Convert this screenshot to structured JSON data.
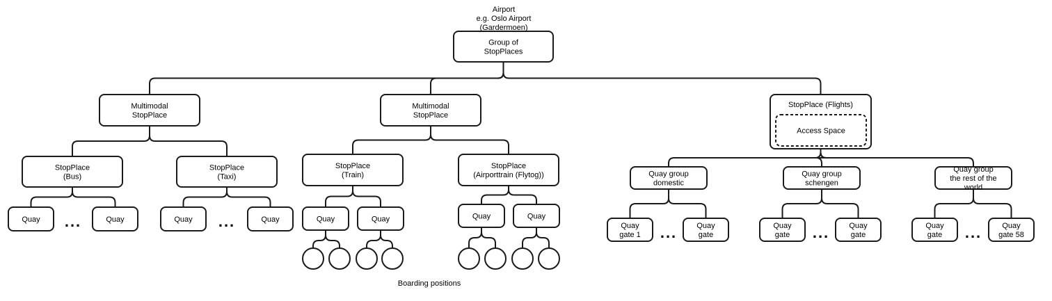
{
  "title_lines": [
    "Airport",
    "e.g. Oslo Airport",
    "(Gardermoen)"
  ],
  "bottom_label": "Boarding positions",
  "ellipsis": "...",
  "nodes": {
    "group": [
      "Group of",
      "StopPlaces"
    ],
    "mm1": [
      "Multimodal",
      "StopPlace"
    ],
    "mm2": [
      "Multimodal",
      "StopPlace"
    ],
    "flights": [
      "StopPlace (Flights)"
    ],
    "access": [
      "Access Space"
    ],
    "bus": [
      "StopPlace",
      "(Bus)"
    ],
    "taxi": [
      "StopPlace",
      "(Taxi)"
    ],
    "train": [
      "StopPlace",
      "(Train)"
    ],
    "flytog": [
      "StopPlace",
      "(Airporttrain (Flytog))"
    ],
    "qg_dom": [
      "Quay group",
      "domestic"
    ],
    "qg_sch": [
      "Quay group",
      "schengen"
    ],
    "qg_rest": [
      "Quay group",
      "the rest of the",
      "world"
    ],
    "q_bus1": [
      "Quay"
    ],
    "q_bus2": [
      "Quay"
    ],
    "q_taxi1": [
      "Quay"
    ],
    "q_taxi2": [
      "Quay"
    ],
    "q_train1": [
      "Quay"
    ],
    "q_train2": [
      "Quay"
    ],
    "q_fly1": [
      "Quay"
    ],
    "q_fly2": [
      "Quay"
    ],
    "q_dom1": [
      "Quay",
      "gate 1"
    ],
    "q_dom2": [
      "Quay",
      "gate"
    ],
    "q_sch1": [
      "Quay",
      "gate"
    ],
    "q_sch2": [
      "Quay",
      "gate"
    ],
    "q_rest1": [
      "Quay",
      "gate"
    ],
    "q_rest2": [
      "Quay",
      "gate 58"
    ]
  }
}
